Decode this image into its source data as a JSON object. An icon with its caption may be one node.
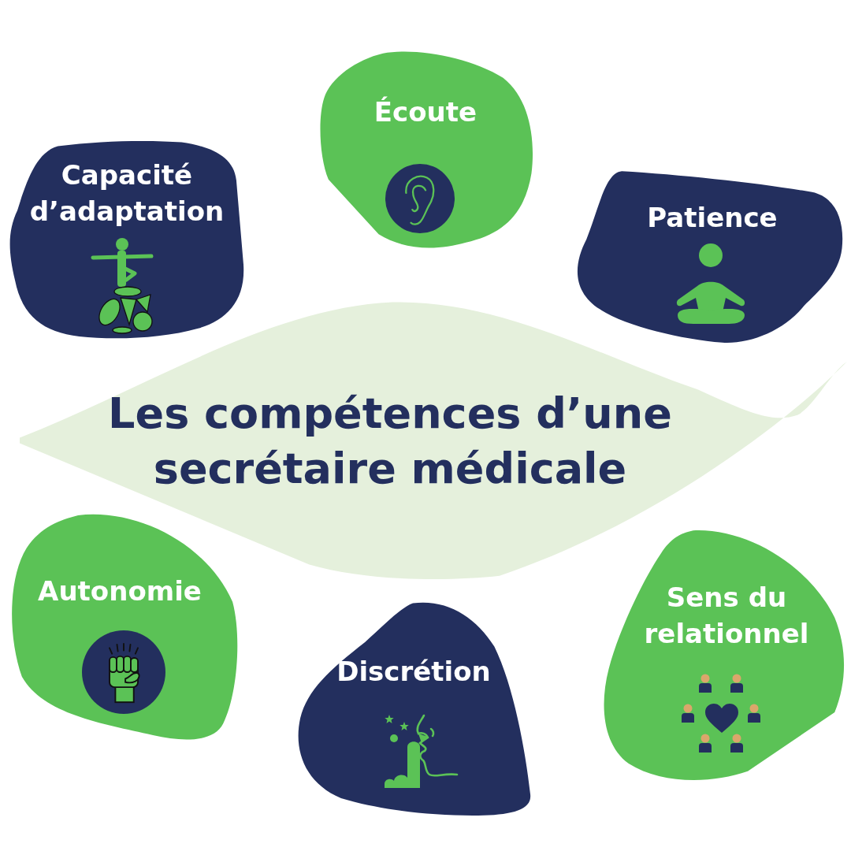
{
  "diagram": {
    "nodes": [
      {
        "text": [
          "Capacité d’adaptation"
        ]
      },
      {
        "text": [
          "Écoute"
        ]
      },
      {
        "text": [
          "Patience"
        ]
      },
      {
        "text": [
          "Les compétences d’une secrétaire médicale"
        ]
      },
      {
        "text": [
          "Autonomie"
        ]
      },
      {
        "text": [
          "Discrétion"
        ]
      },
      {
        "text": [
          "Sens du relationnel"
        ]
      }
    ]
  }
}
